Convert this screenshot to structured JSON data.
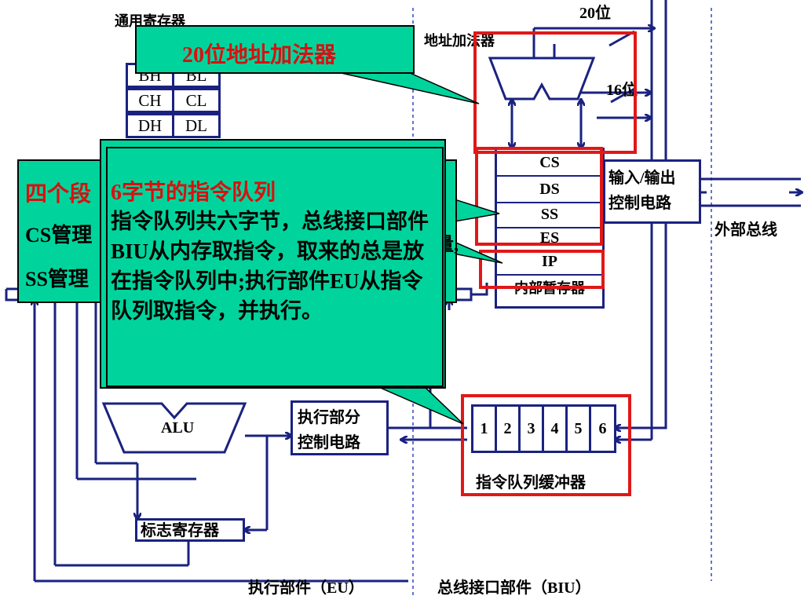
{
  "regs": {
    "title": "通用寄存器",
    "rows": [
      [
        "BH",
        "BL"
      ],
      [
        "CH",
        "CL"
      ],
      [
        "DH",
        "DL"
      ]
    ]
  },
  "biu": {
    "adder_label": "地址加法器",
    "bits20": "20位",
    "bits16": "16位",
    "io_label_1": "输入/输出",
    "io_label_2": "控制电路",
    "ext_bus": "外部总线",
    "segments": [
      "CS",
      "DS",
      "SS",
      "ES",
      "IP"
    ],
    "internal_regs": "内部暂存器",
    "queue_cells": [
      "1",
      "2",
      "3",
      "4",
      "5",
      "6"
    ],
    "queue_label": "指令队列缓冲器"
  },
  "eu": {
    "alu": "ALU",
    "ctrl_1": "执行部分",
    "ctrl_2": "控制电路",
    "flags": "标志寄存器"
  },
  "footer": {
    "eu": "执行部件（EU）",
    "biu": "总线接口部件（BIU）"
  },
  "callouts": {
    "adder": "20位地址加法器",
    "segs_title": "四个段",
    "segs_line2": "CS管理",
    "segs_line2_tail": "量,",
    "segs_line3": "SS管理",
    "queue_title": "6字节的指令队列",
    "queue_body": "指令队列共六字节，总线接口部件BIU从内存取指令，取来的总是放在指令队列中;执行部件EU从指令队列取指令，并执行。"
  },
  "colors": {
    "wire": "#1a2280",
    "callout": "#00d49c",
    "highlight": "#e01818",
    "title_text": "#d81010",
    "divider": "#3344cc"
  }
}
